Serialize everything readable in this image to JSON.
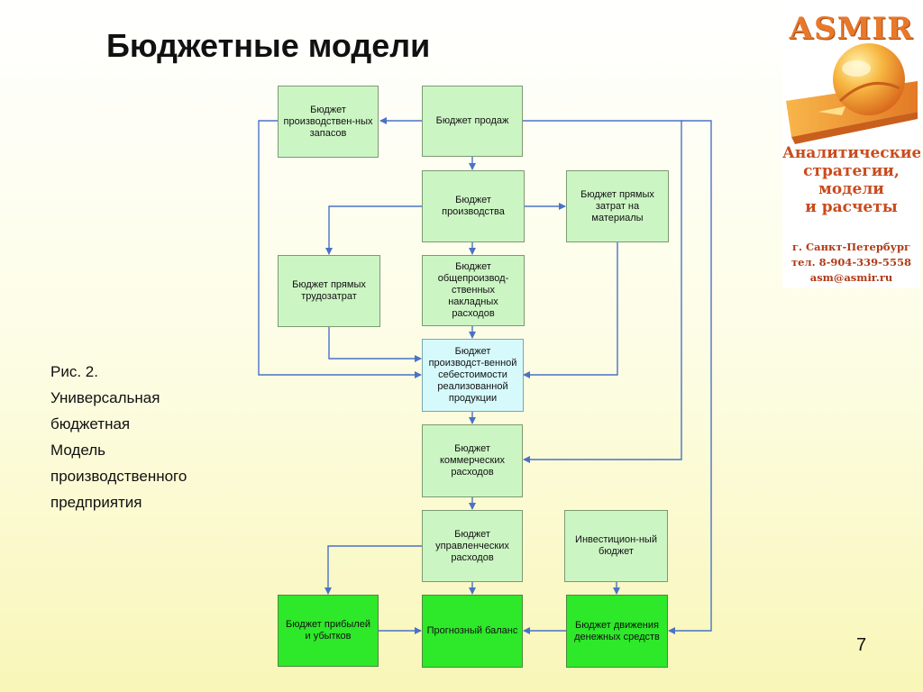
{
  "slide": {
    "title": "Бюджетные модели",
    "page_number": "7"
  },
  "caption": {
    "lines": [
      "Рис. 2.",
      "Универсальная",
      "бюджетная",
      "Модель",
      "производственного",
      "предприятия"
    ]
  },
  "logo": {
    "wordmark": "ASMIR",
    "tagline": [
      "Аналитические",
      "стратегии,",
      "модели",
      "и расчеты"
    ],
    "contacts": [
      "г. Санкт-Петербург",
      "тел. 8-904-339-5558",
      "asm@asmir.ru"
    ]
  },
  "diagram": {
    "colors": {
      "light_node": "#ccf5c4",
      "highlight_node": "#d6fafc",
      "result_node": "#2ee82a",
      "arrow": "#4a72c4"
    },
    "nodes": {
      "inventory": "Бюджет производствен-ных запасов",
      "sales": "Бюджет продаж",
      "production": "Бюджет производства",
      "materials": "Бюджет прямых затрат на материалы",
      "labor": "Бюджет прямых трудозатрат",
      "overhead": "Бюджет общепроизвод-ственных накладных расходов",
      "cogs": "Бюджет производст-венной себестоимости реализованной продукции",
      "selling": "Бюджет коммерческих расходов",
      "admin": "Бюджет управленческих расходов",
      "investment": "Инвестицион-ный бюджет",
      "pnl": "Бюджет прибылей и убытков",
      "balance": "Прогнозный баланс",
      "cashflow": "Бюджет движения денежных средств"
    }
  }
}
